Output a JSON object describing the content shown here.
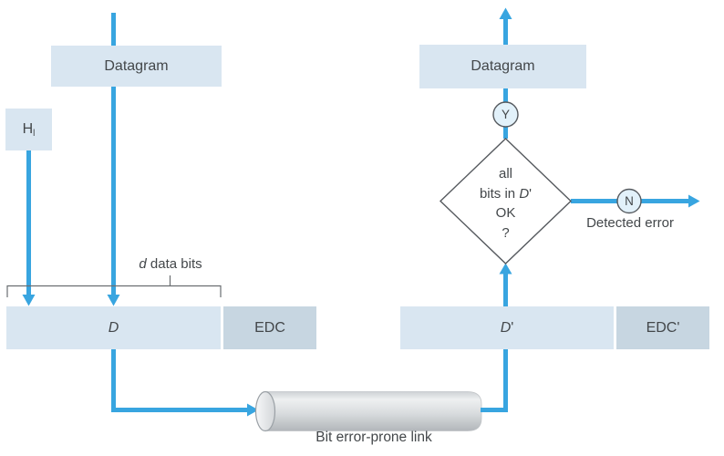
{
  "colors": {
    "arrow_blue": "#38a5e0",
    "box_blue": "#d9e6f1",
    "box_gray": "#c7d6e1",
    "circle_fill": "#e2f1fa",
    "shape_outline": "#55595e",
    "text": "#43474a",
    "bracket_gray": "#6a6e71"
  },
  "sender": {
    "datagram": "Datagram",
    "header": {
      "base": "H",
      "sub": "l"
    },
    "bracket_label": {
      "italic": "d",
      "rest": " data bits"
    },
    "data_box": "D",
    "edc_box": "EDC"
  },
  "link": {
    "label": "Bit error-prone link"
  },
  "receiver": {
    "datagram": "Datagram",
    "data_box": {
      "italic": "D",
      "prime": "'"
    },
    "edc_box": "EDC'",
    "decision": {
      "line1": "all",
      "line2_pre": "bits in ",
      "line2_italic": "D",
      "line2_post": "'",
      "line3": "OK",
      "line4": "?"
    },
    "yes": "Y",
    "no": "N",
    "detected_error": "Detected error"
  }
}
